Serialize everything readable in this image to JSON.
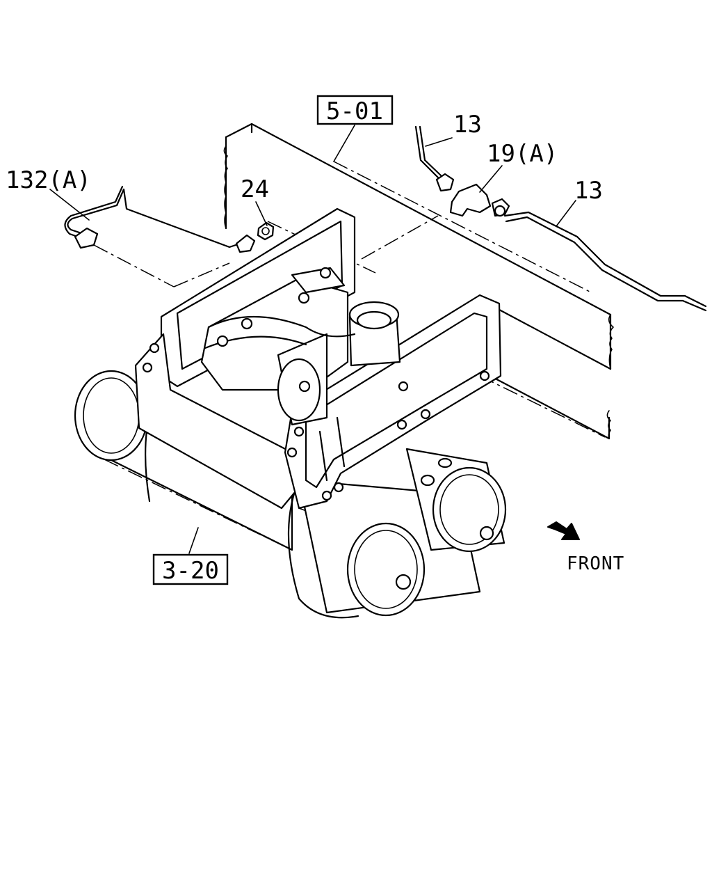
{
  "callouts": {
    "ref_5_01": "5-01",
    "ref_3_20": "3-20",
    "part_132a": "132(A)",
    "part_24": "24",
    "part_13_top": "13",
    "part_19a": "19(A)",
    "part_13_right": "13"
  },
  "direction": {
    "front_label": "FRONT",
    "arrow_icon": "direction-arrow-icon"
  }
}
